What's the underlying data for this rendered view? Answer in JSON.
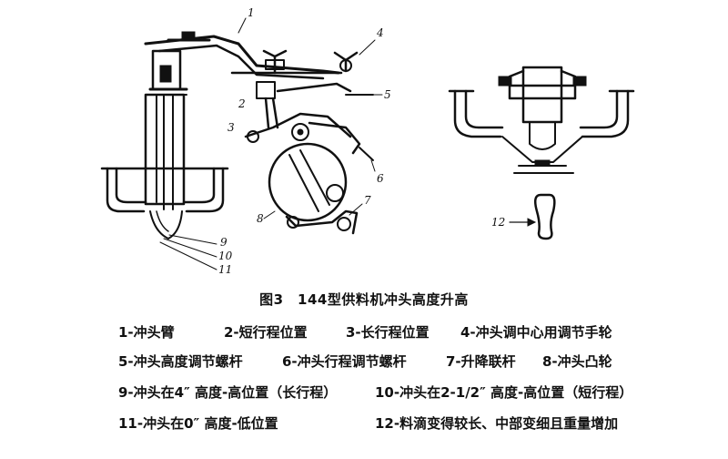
{
  "figure": {
    "caption": "图3　144型供料机冲头高度升高",
    "callouts": {
      "n1": "1",
      "n2": "2",
      "n3": "3",
      "n4": "4",
      "n5": "5",
      "n6": "6",
      "n7": "7",
      "n8": "8",
      "n9": "9",
      "n10": "10",
      "n11": "11",
      "n12": "12"
    }
  },
  "legend": [
    "1-冲头臂",
    "2-短行程位置",
    "3-长行程位置",
    "4-冲头调中心用调节手轮",
    "5-冲头高度调节螺杆",
    "6-冲头行程调节螺杆",
    "7-升降联杆",
    "8-冲头凸轮",
    "9-冲头在4″ 高度-高位置（长行程）",
    "10-冲头在2-1/2″ 高度-高位置（短行程）",
    "11-冲头在0″ 高度-低位置",
    "12-料滴变得较长、中部变细且重量增加"
  ]
}
